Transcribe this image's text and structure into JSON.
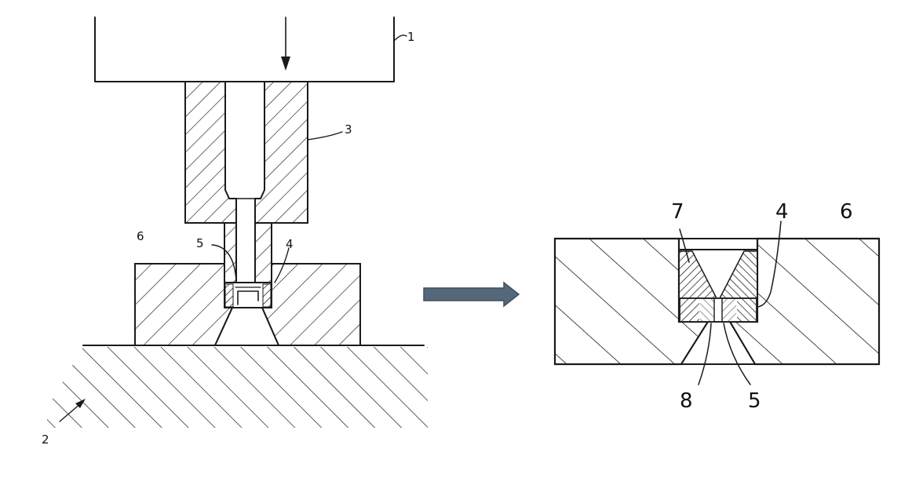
{
  "left_figure": {
    "labels": {
      "press": "1",
      "base": "2",
      "punch": "3",
      "insert": "4",
      "cavity": "5",
      "die": "6"
    }
  },
  "right_figure": {
    "labels": {
      "insert": "4",
      "die": "6",
      "cap": "7",
      "bottom": "8",
      "cavity": "5"
    }
  },
  "colors": {
    "ink": "#1a1a1a",
    "arrow_fill": "#556879",
    "arrow_stroke": "#3e4f5f",
    "background": "#ffffff"
  },
  "icons": {
    "transition": "arrow-right-icon"
  }
}
